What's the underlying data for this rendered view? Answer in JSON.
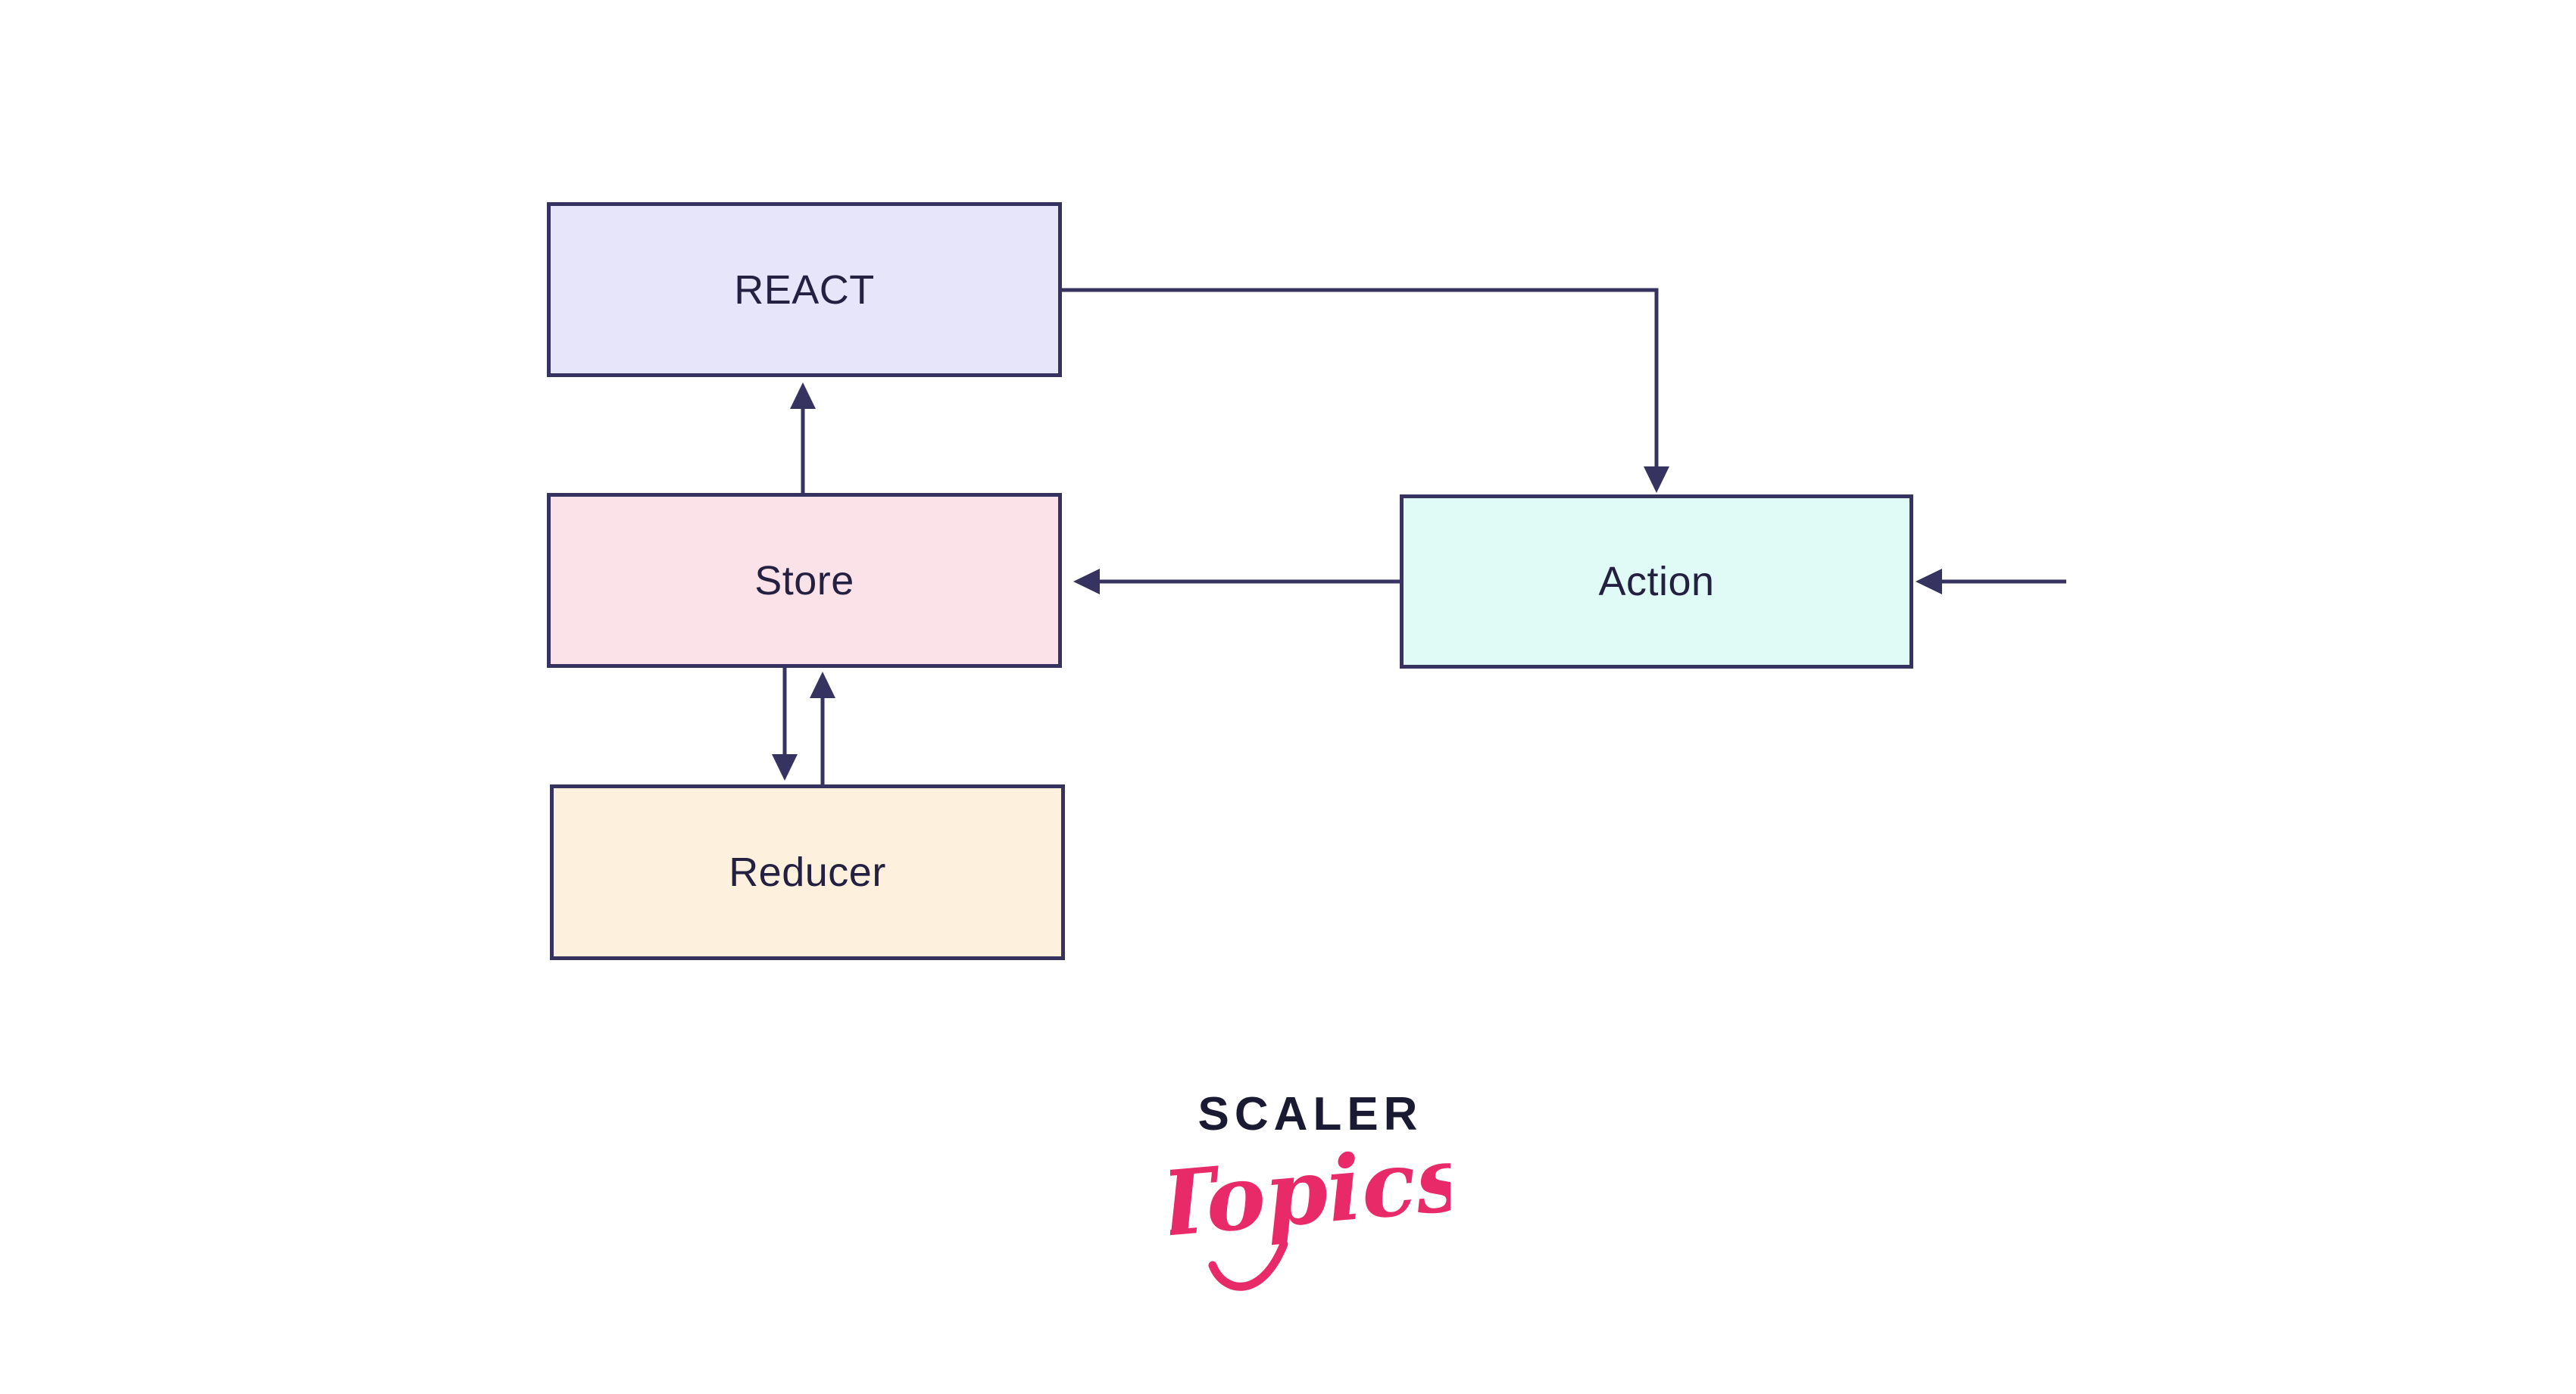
{
  "diagram": {
    "title_hint": "react-redux data flow",
    "stroke_color": "#363361",
    "text_color": "#232041",
    "background": "#ffffff",
    "nodes": [
      {
        "id": "react",
        "label": "REACT",
        "fill": "#e7e5fa"
      },
      {
        "id": "store",
        "label": "Store",
        "fill": "#fbe2e9"
      },
      {
        "id": "reducer",
        "label": "Reducer",
        "fill": "#fdf1dd"
      },
      {
        "id": "action",
        "label": "Action",
        "fill": "#e0faf5"
      }
    ],
    "edges": [
      {
        "from": "react",
        "to": "action"
      },
      {
        "from": "action",
        "to": "store"
      },
      {
        "from": "store",
        "to": "react"
      },
      {
        "from": "store",
        "to": "reducer"
      },
      {
        "from": "reducer",
        "to": "store"
      },
      {
        "from": "external",
        "to": "action"
      }
    ]
  },
  "logo": {
    "brand": "SCALER",
    "product": "Topics",
    "brand_color": "#1b1a33",
    "product_color": "#e82a68"
  }
}
